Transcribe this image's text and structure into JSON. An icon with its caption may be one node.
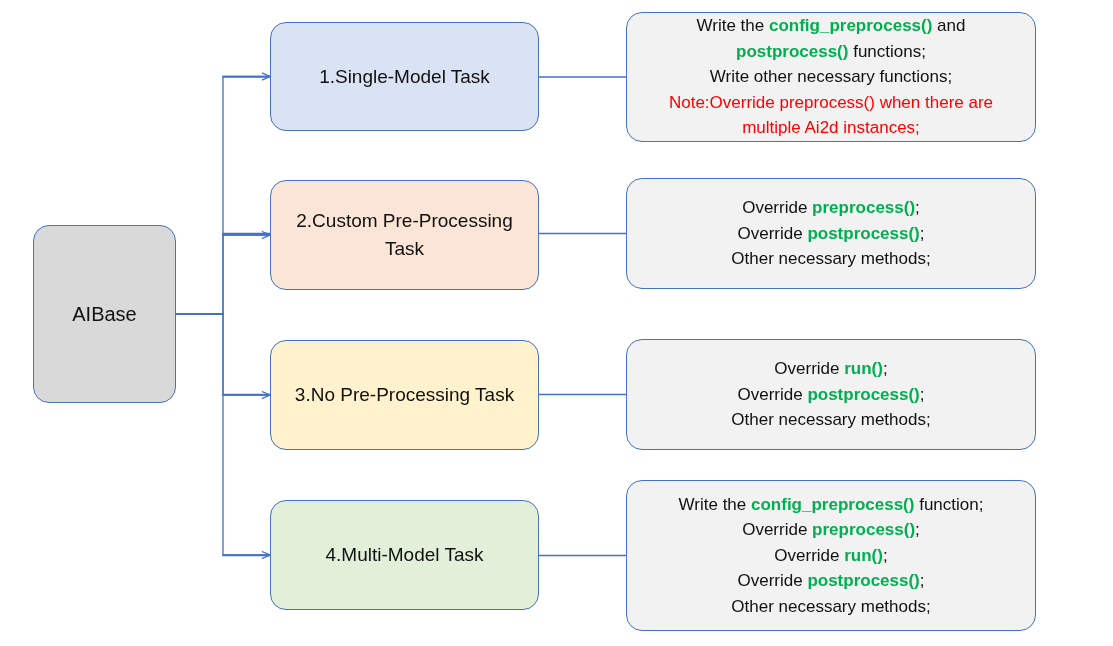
{
  "diagram": {
    "nodes": [
      {
        "text": [
          "AIBase"
        ]
      },
      {
        "text": [
          "1.Single-Model Task"
        ]
      },
      {
        "text": [
          "2.Custom Pre-Processing Task"
        ]
      },
      {
        "text": [
          "3.No Pre-Processing Task"
        ]
      },
      {
        "text": [
          "4.Multi-Model Task"
        ]
      },
      {
        "text": [
          "Write the **config_preprocess()** and **postprocess()** functions;",
          "Write other necessary functions;",
          "Note:Override preprocess() when there are multiple Ai2d instances;"
        ]
      },
      {
        "text": [
          "Override **preprocess()**;",
          "Override **postprocess()**;",
          "Other necessary methods;"
        ]
      },
      {
        "text": [
          "Override **run()**;",
          "Override **postprocess()**;",
          "Other necessary methods;"
        ]
      },
      {
        "text": [
          "Write the **config_preprocess()** function;",
          "Override **preprocess()**;",
          "Override **run()**;",
          "Override **postprocess()**;",
          "Other necessary methods;"
        ]
      }
    ],
    "edges": [
      {
        "from": 0,
        "to": 1,
        "arrow": "to"
      },
      {
        "from": 0,
        "to": 2,
        "arrow": "to"
      },
      {
        "from": 0,
        "to": 3,
        "arrow": "to"
      },
      {
        "from": 0,
        "to": 4,
        "arrow": "to"
      },
      {
        "from": 1,
        "to": 5,
        "arrow": "none"
      },
      {
        "from": 2,
        "to": 6,
        "arrow": "none"
      },
      {
        "from": 3,
        "to": 7,
        "arrow": "none"
      },
      {
        "from": 4,
        "to": 8,
        "arrow": "none"
      }
    ]
  }
}
